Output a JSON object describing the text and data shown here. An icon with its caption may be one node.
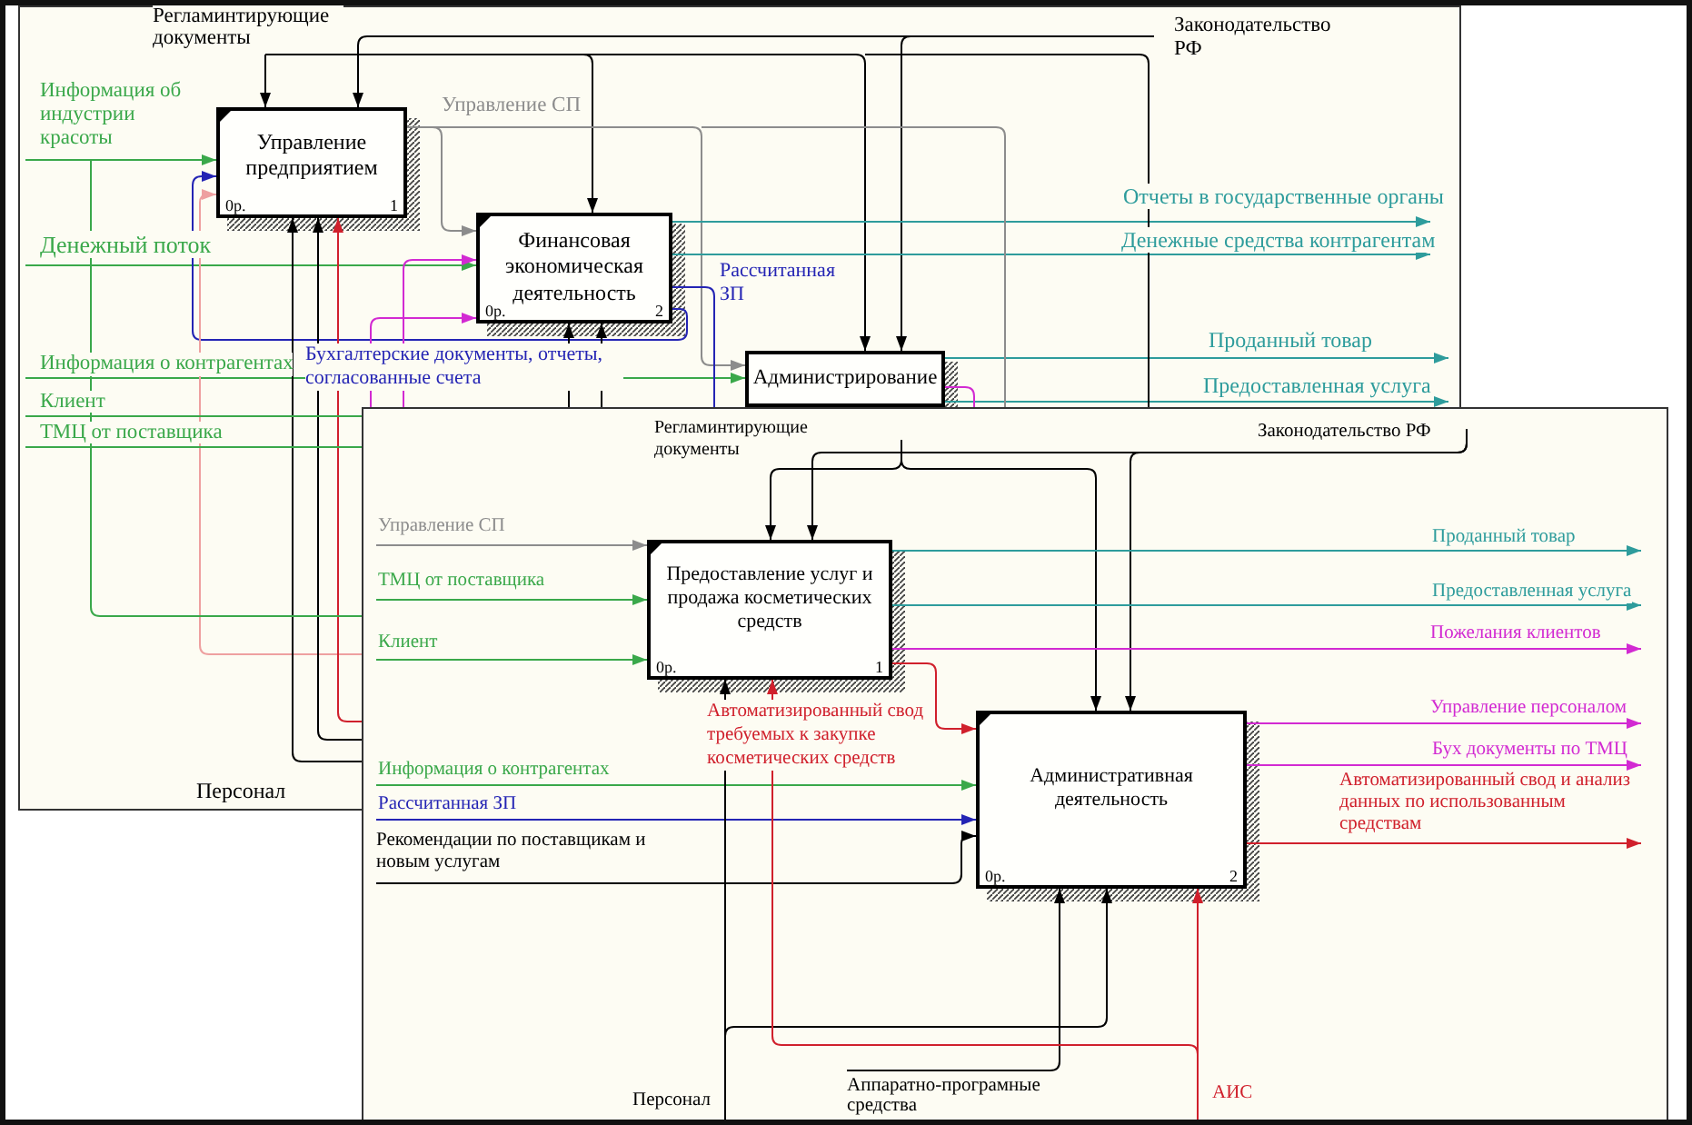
{
  "diagram": {
    "nodes": [
      {
        "text": [
          "Управление предприятием",
          "0р.",
          "1"
        ]
      },
      {
        "text": [
          "Финансовая экономическая деятельность",
          "0р.",
          "2"
        ]
      },
      {
        "text": [
          "Администрирование"
        ]
      },
      {
        "text": [
          "Предоставление услуг и продажа косметических средств",
          "0р.",
          "1"
        ]
      },
      {
        "text": [
          "Административная деятельность",
          "0р.",
          "2"
        ]
      }
    ],
    "edges": [
      {
        "from": null,
        "to": 0,
        "arrow": "to",
        "label": "Регламинтирующие документы"
      },
      {
        "from": null,
        "to": 1,
        "arrow": "to"
      },
      {
        "from": null,
        "to": 2,
        "arrow": "to"
      },
      {
        "from": null,
        "to": 0,
        "arrow": "to",
        "label": "Законодательство РФ"
      },
      {
        "from": null,
        "to": 2,
        "arrow": "to"
      },
      {
        "from": null,
        "to": 0,
        "arrow": "to",
        "label": "Информация об индустрии красоты",
        "color": "#3aa84a"
      },
      {
        "from": null,
        "to": 1,
        "arrow": "to",
        "label": "Денежный поток",
        "color": "#3aa84a"
      },
      {
        "from": 0,
        "to": 1,
        "arrow": "to",
        "label": "Управление СП",
        "color": "#8c8c8c"
      },
      {
        "from": 0,
        "to": 2,
        "arrow": "to",
        "color": "#8c8c8c"
      },
      {
        "from": null,
        "to": 2,
        "arrow": "to",
        "label": "Информация о контрагентах",
        "color": "#3aa84a"
      },
      {
        "from": 1,
        "to": 0,
        "arrow": "to",
        "label": "Бухгалтерские документы, отчеты, согласованные счета",
        "color": "#2424b4"
      },
      {
        "from": 1,
        "to": null,
        "arrow": "none",
        "label": "Рассчитанная ЗП",
        "color": "#2424b4"
      },
      {
        "from": 1,
        "to": null,
        "arrow": "to",
        "label": "Отчеты в государственные органы",
        "color": "#2e9c9c"
      },
      {
        "from": 1,
        "to": null,
        "arrow": "to",
        "label": "Денежные средства контрагентам",
        "color": "#2e9c9c"
      },
      {
        "from": 2,
        "to": null,
        "arrow": "to",
        "label": "Проданный товар",
        "color": "#2e9c9c"
      },
      {
        "from": null,
        "to": 0,
        "arrow": "to",
        "color": "#eea0a0"
      },
      {
        "from": null,
        "to": 0,
        "arrow": "to",
        "label": "Персонал"
      },
      {
        "from": null,
        "to": 0,
        "arrow": "to"
      },
      {
        "from": null,
        "to": 0,
        "arrow": "to",
        "color": "#d0202c"
      },
      {
        "from": null,
        "to": 1,
        "arrow": "to"
      },
      {
        "from": null,
        "to": 1,
        "arrow": "to"
      },
      {
        "from": null,
        "to": 1,
        "arrow": "to",
        "color": "#d22ad2"
      },
      {
        "from": null,
        "to": 1,
        "arrow": "to",
        "color": "#d22ad2"
      },
      {
        "from": null,
        "to": 3,
        "arrow": "to",
        "label": "Регламинтирующие документы"
      },
      {
        "from": null,
        "to": 4,
        "arrow": "to"
      },
      {
        "from": null,
        "to": 4,
        "arrow": "to",
        "label": "Законодательство РФ"
      },
      {
        "from": null,
        "to": 3,
        "arrow": "to"
      },
      {
        "from": null,
        "to": 3,
        "arrow": "to",
        "label": "Управление СП",
        "color": "#8c8c8c"
      },
      {
        "from": null,
        "to": 3,
        "arrow": "to",
        "label": "ТМЦ от поставщика",
        "color": "#3aa84a"
      },
      {
        "from": null,
        "to": 3,
        "arrow": "to",
        "label": "Клиент",
        "color": "#3aa84a"
      },
      {
        "from": null,
        "to": 4,
        "arrow": "to",
        "label": "Информация о контрагентах",
        "color": "#3aa84a"
      },
      {
        "from": null,
        "to": 4,
        "arrow": "to",
        "label": "Рассчитанная ЗП",
        "color": "#2424b4"
      },
      {
        "from": null,
        "to": 4,
        "arrow": "to",
        "label": "Рекомендации по поставщикам и новым услугам"
      },
      {
        "from": 3,
        "to": 4,
        "arrow": "to",
        "label": "Автоматизированный свод требуемых к закупке косметических средств",
        "color": "#d0202c"
      },
      {
        "from": 3,
        "to": null,
        "arrow": "to",
        "label": "Проданный товар",
        "color": "#2e9c9c"
      },
      {
        "from": 3,
        "to": null,
        "arrow": "to",
        "label": "Предоставленная услуга",
        "color": "#2e9c9c"
      },
      {
        "from": 3,
        "to": null,
        "arrow": "to",
        "label": "Пожелания клиентов",
        "color": "#d22ad2"
      },
      {
        "from": 4,
        "to": null,
        "arrow": "to",
        "label": "Управление персоналом",
        "color": "#d22ad2"
      },
      {
        "from": 4,
        "to": null,
        "arrow": "to",
        "label": "Бух документы по ТМЦ",
        "color": "#d22ad2"
      },
      {
        "from": 4,
        "to": null,
        "arrow": "to",
        "label": "Автоматизированный свод и анализ данных по использованным средствам",
        "color": "#d0202c"
      },
      {
        "from": null,
        "to": 3,
        "arrow": "to",
        "label": "Персонал"
      },
      {
        "from": null,
        "to": 4,
        "arrow": "to"
      },
      {
        "from": null,
        "to": 4,
        "arrow": "to",
        "label": "Аппаратно-програмные средства"
      },
      {
        "from": null,
        "to": 4,
        "arrow": "to",
        "label": "АИС",
        "color": "#d0202c"
      },
      {
        "from": null,
        "to": 3,
        "arrow": "to",
        "color": "#d0202c"
      },
      {
        "from": 2,
        "to": null,
        "arrow": "to",
        "label": "Предоставленная услуга",
        "color": "#2e9c9c"
      }
    ],
    "labels": [
      "Клиент",
      "ТМЦ от поставщика"
    ]
  }
}
